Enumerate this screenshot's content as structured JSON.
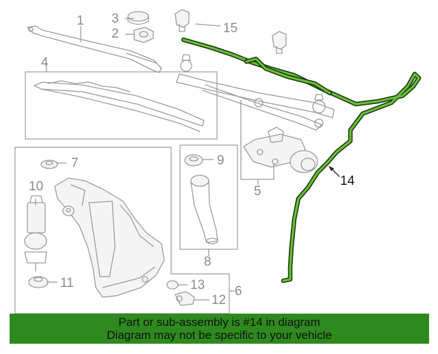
{
  "callouts": {
    "c1": "1",
    "c2": "2",
    "c3": "3",
    "c4": "4",
    "c5": "5",
    "c6": "6",
    "c7": "7",
    "c8": "8",
    "c9": "9",
    "c10": "10",
    "c11": "11",
    "c12": "12",
    "c13": "13",
    "c14": "14",
    "c15": "15"
  },
  "highlighted_part": "14",
  "colors": {
    "hose_highlight": "#6cbe3a",
    "banner_background": "#2e8a1f",
    "line_art": "#9a9a9a"
  },
  "banner": {
    "line1": "Part or sub-assembly is #14 in diagram",
    "line2": "Diagram may not be specific to your vehicle"
  }
}
